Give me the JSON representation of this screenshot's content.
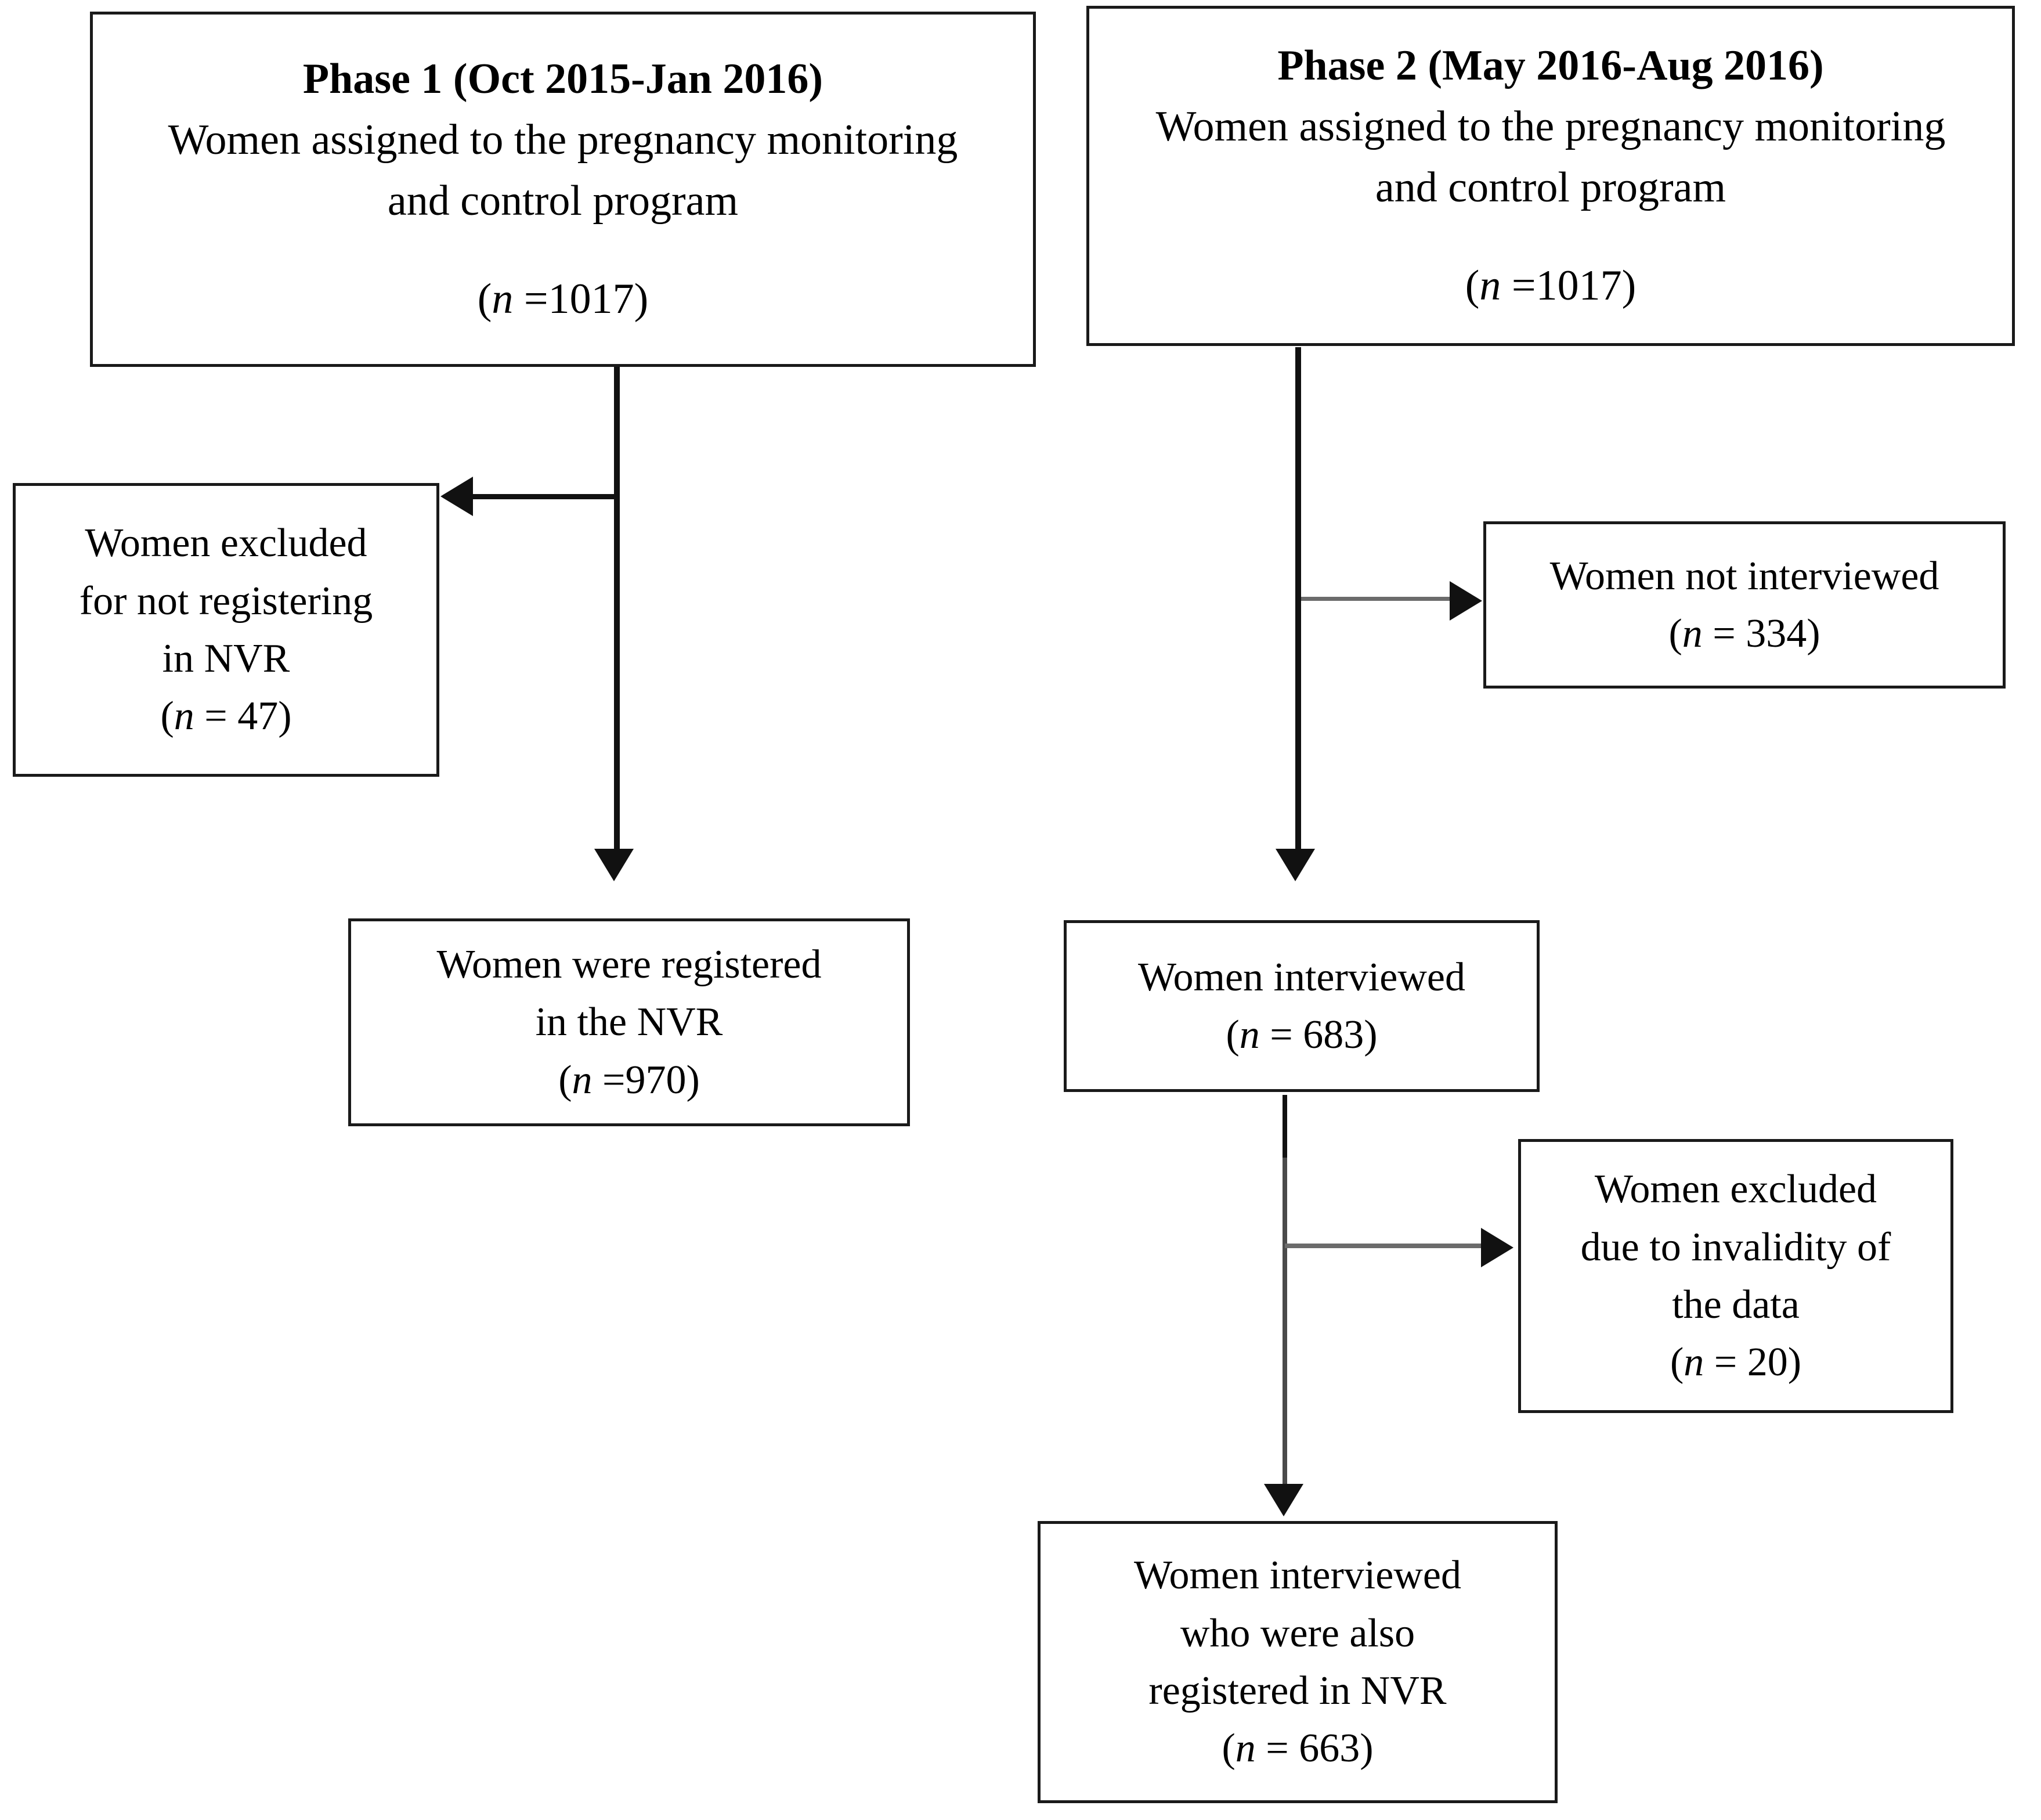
{
  "figure": {
    "type": "flowchart",
    "orientation": "top-down",
    "columns": 2
  },
  "nodes": {
    "phase1": {
      "title": "Phase 1 (Oct 2015-Jan 2016)",
      "line1": "Women assigned to the pregnancy monitoring",
      "line2": "and control program",
      "count_open": "(",
      "count_var": "n",
      "count_value": " =1017)"
    },
    "phase2": {
      "title": "Phase 2 (May 2016-Aug 2016)",
      "line1": "Women assigned to the pregnancy monitoring",
      "line2": "and control program",
      "count_open": "(",
      "count_var": "n",
      "count_value": " =1017)"
    },
    "excluded_nvr": {
      "line1": "Women excluded",
      "line2": "for not registering",
      "line3": "in NVR",
      "count_open": "(",
      "count_var": "n",
      "count_value": " = 47)"
    },
    "not_interviewed": {
      "line1": "Women not interviewed",
      "count_open": "(",
      "count_var": "n",
      "count_value": " = 334)"
    },
    "registered_nvr": {
      "line1": "Women were registered",
      "line2": "in the NVR",
      "count_open": "(",
      "count_var": "n",
      "count_value": " =970)"
    },
    "interviewed": {
      "line1": "Women interviewed",
      "count_open": "(",
      "count_var": "n",
      "count_value": " = 683)"
    },
    "excluded_invalid": {
      "line1": "Women excluded",
      "line2": "due to invalidity of",
      "line3": "the data",
      "count_open": "(",
      "count_var": "n",
      "count_value": " = 20)"
    },
    "interviewed_nvr": {
      "line1": "Women interviewed",
      "line2": "who were also",
      "line3": "registered in NVR",
      "count_open": "(",
      "count_var": "n",
      "count_value": " = 663)"
    }
  },
  "edges": [
    {
      "from": "phase1",
      "to": "registered_nvr",
      "direction": "down"
    },
    {
      "from": "phase1",
      "to": "excluded_nvr",
      "direction": "left"
    },
    {
      "from": "phase2",
      "to": "interviewed",
      "direction": "down"
    },
    {
      "from": "phase2",
      "to": "not_interviewed",
      "direction": "right"
    },
    {
      "from": "interviewed",
      "to": "interviewed_nvr",
      "direction": "down"
    },
    {
      "from": "interviewed",
      "to": "excluded_invalid",
      "direction": "right"
    }
  ],
  "colors": {
    "stroke": "#111111",
    "stroke_light": "#6b6b6b",
    "background": "#ffffff",
    "text": "#000000"
  }
}
